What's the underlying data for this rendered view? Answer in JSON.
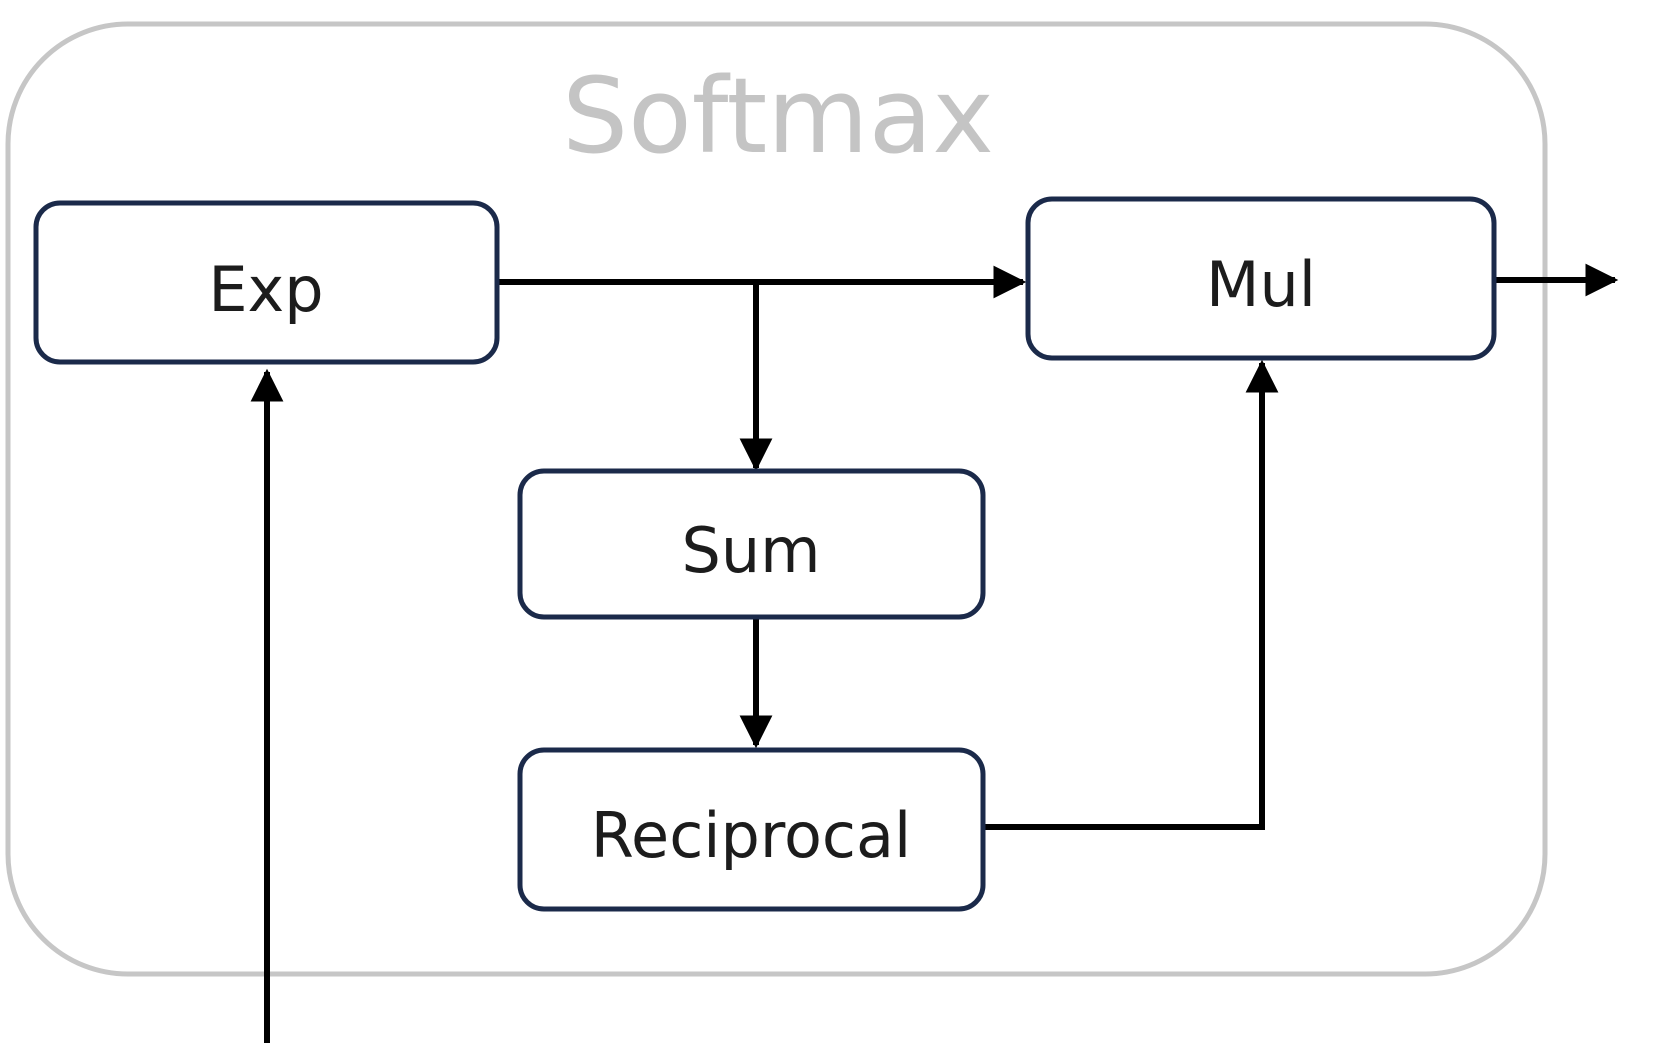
{
  "diagram": {
    "container": {
      "label": "Softmax",
      "border_color": "#c6c6c6"
    },
    "nodes": {
      "exp": {
        "label": "Exp"
      },
      "mul": {
        "label": "Mul"
      },
      "sum": {
        "label": "Sum"
      },
      "reciprocal": {
        "label": "Reciprocal"
      }
    },
    "edges": [
      {
        "from": "input",
        "to": "exp"
      },
      {
        "from": "exp",
        "to": "mul"
      },
      {
        "from": "exp",
        "to": "sum"
      },
      {
        "from": "sum",
        "to": "reciprocal"
      },
      {
        "from": "reciprocal",
        "to": "mul"
      },
      {
        "from": "mul",
        "to": "output"
      }
    ],
    "colors": {
      "node_border": "#1b2a4a",
      "edge": "#000000",
      "node_text": "#1c1c1c",
      "container_text": "#c4c4c4"
    }
  }
}
